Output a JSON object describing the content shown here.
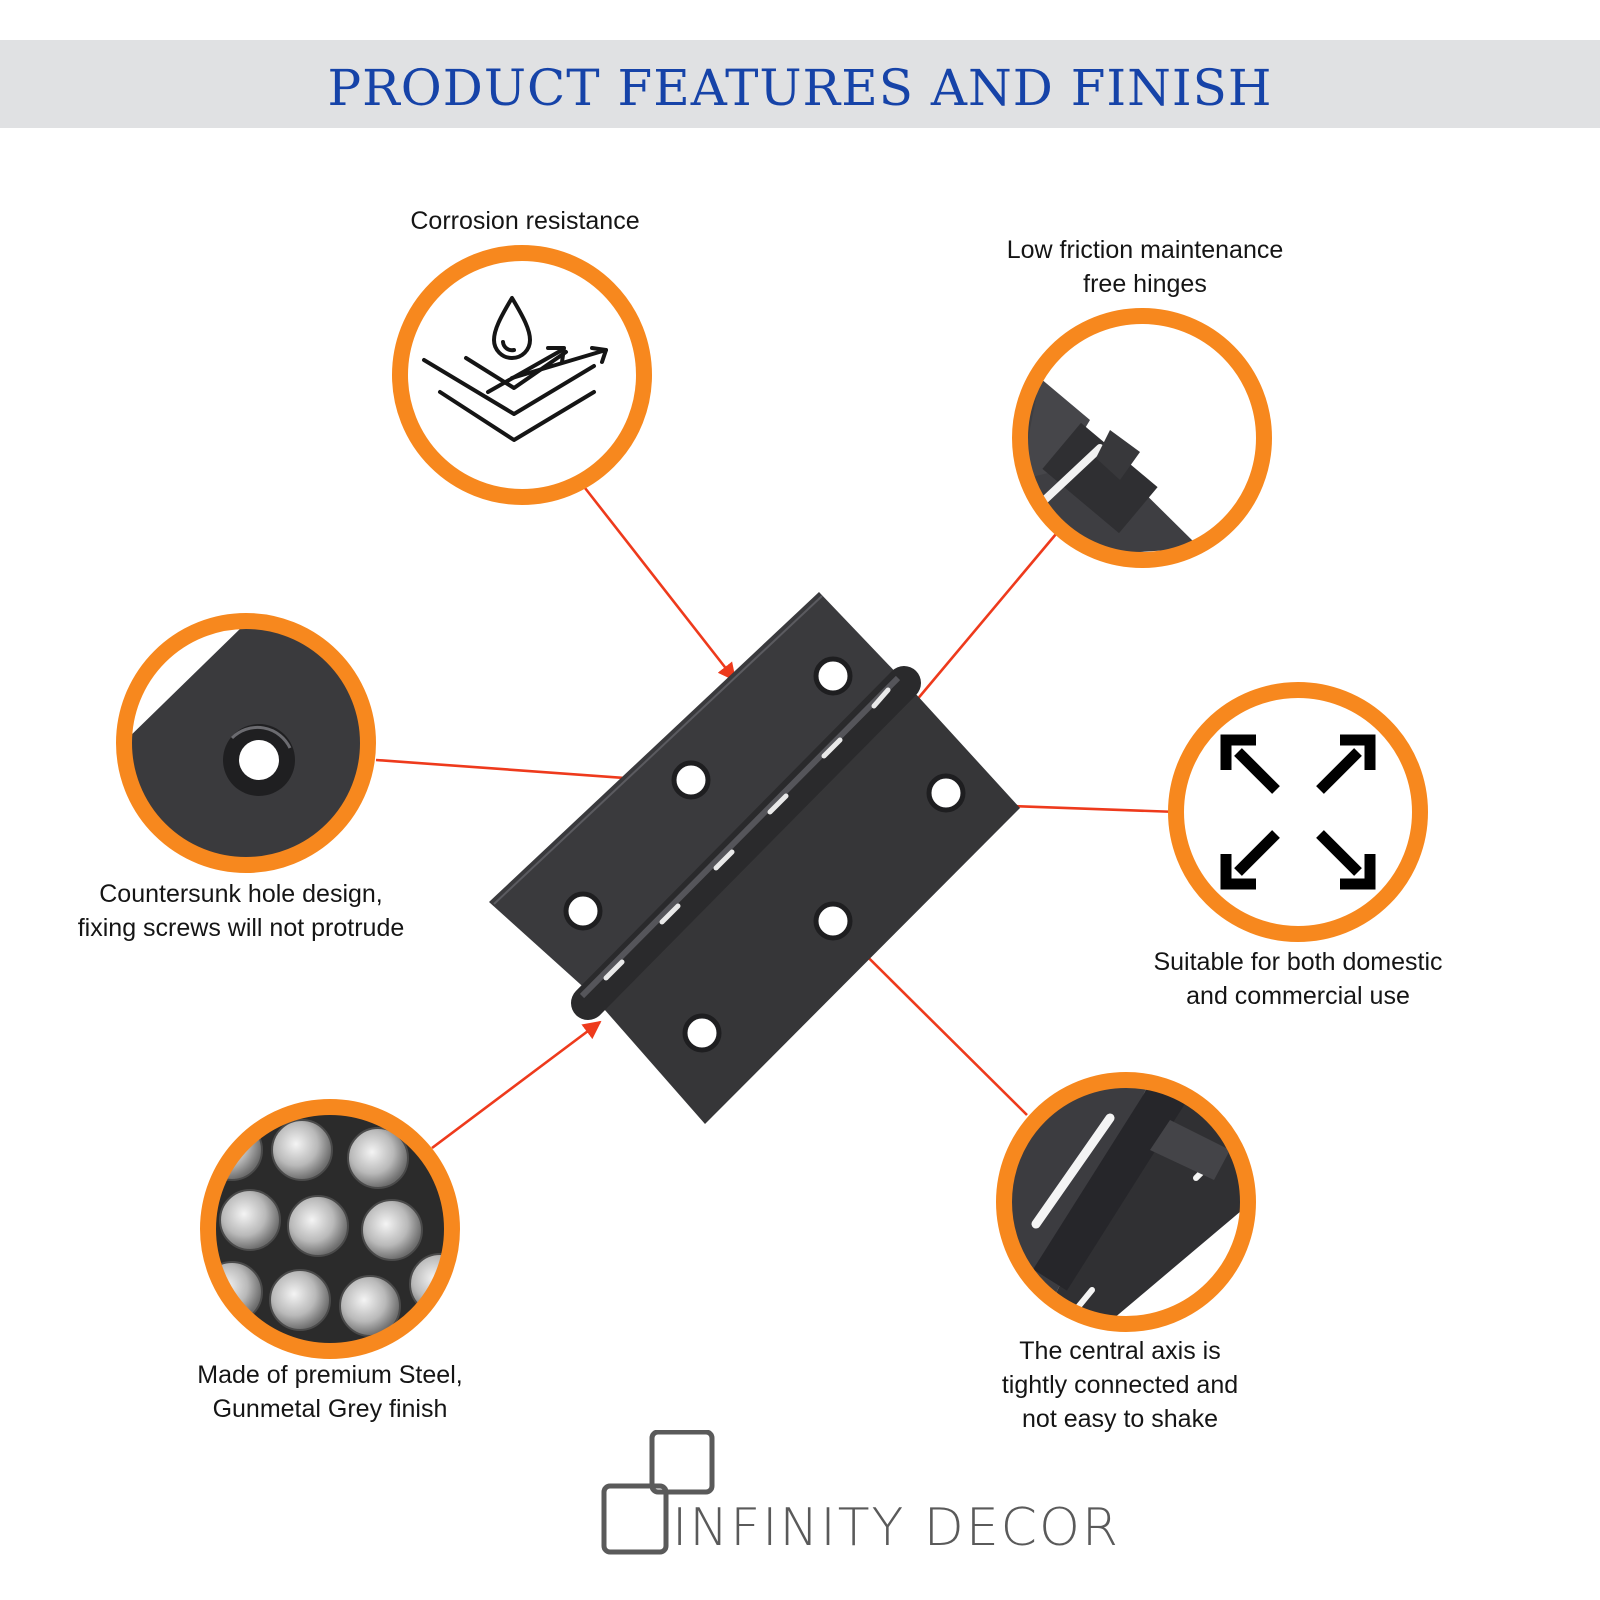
{
  "header": {
    "title": "PRODUCT FEATURES AND FINISH"
  },
  "features": [
    {
      "id": "corrosion",
      "lines": [
        "Corrosion resistance"
      ],
      "icon": "water-drop-layers-icon"
    },
    {
      "id": "friction",
      "lines": [
        "Low friction maintenance",
        "free hinges"
      ],
      "icon": "hinge-knuckle-closeup"
    },
    {
      "id": "countersunk",
      "lines": [
        "Countersunk hole design,",
        "fixing screws will not protrude"
      ],
      "icon": "countersunk-hole-closeup"
    },
    {
      "id": "usage",
      "lines": [
        "Suitable for both domestic",
        "and commercial use"
      ],
      "icon": "expand-arrows-icon"
    },
    {
      "id": "material",
      "lines": [
        "Made of premium Steel,",
        "Gunmetal Grey finish"
      ],
      "icon": "steel-rods-closeup"
    },
    {
      "id": "axis",
      "lines": [
        "The central axis is",
        "tightly connected and",
        "not easy to shake"
      ],
      "icon": "hinge-axis-closeup"
    }
  ],
  "brand": {
    "name": "INFINITY DECOR"
  },
  "colors": {
    "accent_ring": "#f7881e",
    "title": "#1643a8",
    "arrow": "#ee3a1c",
    "hinge": "#3a3a3d",
    "banner": "#e0e1e3"
  }
}
